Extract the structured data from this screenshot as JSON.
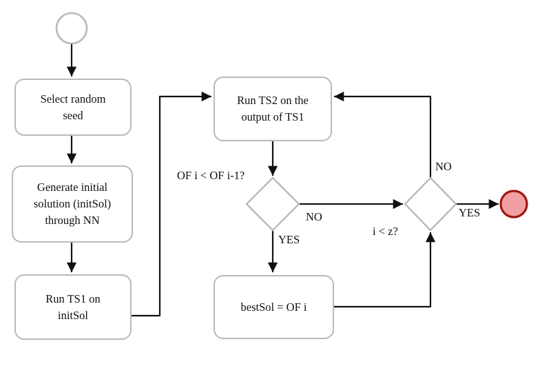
{
  "diagram": {
    "type": "flowchart",
    "nodes": {
      "start": {
        "kind": "start-circle"
      },
      "select_seed": {
        "label": "Select random\nseed"
      },
      "generate_initial": {
        "label": "Generate initial\nsolution (initSol)\nthrough NN"
      },
      "run_ts1": {
        "label": "Run TS1 on\ninitSol"
      },
      "run_ts2": {
        "label": "Run TS2 on the\noutput of TS1"
      },
      "decision_of": {
        "label": "OF i < OF i-1?"
      },
      "best_sol": {
        "label": "bestSol = OF i"
      },
      "decision_iz": {
        "label": "i < z?"
      },
      "end": {
        "kind": "end-circle"
      }
    },
    "edge_labels": {
      "of_no": "NO",
      "of_yes": "YES",
      "iz_no": "NO",
      "iz_yes": "YES"
    },
    "colors": {
      "node_border": "#b9b9b9",
      "arrow": "#111111",
      "end_fill": "#f0a0a0",
      "end_border": "#a01616"
    }
  }
}
